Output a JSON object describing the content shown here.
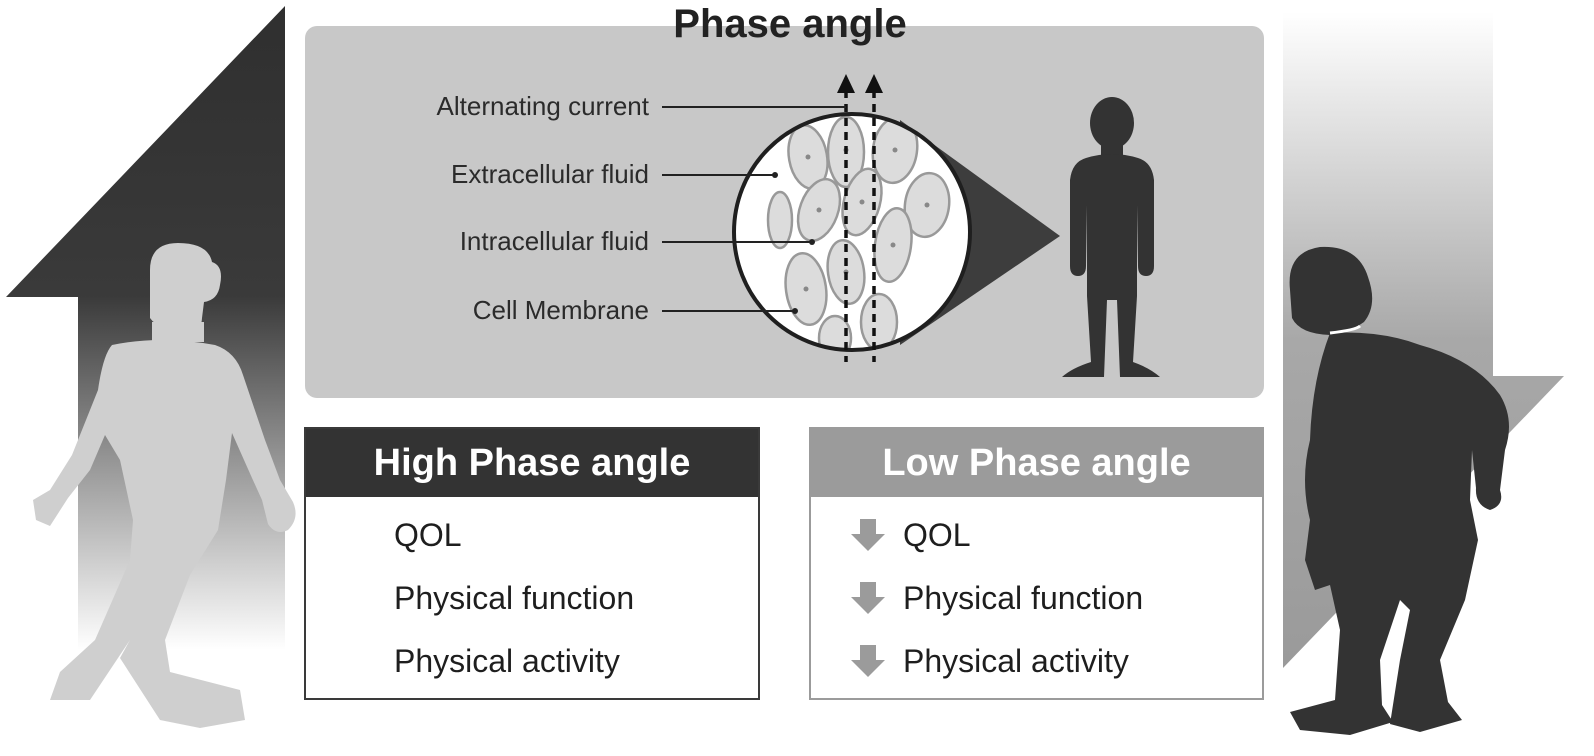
{
  "title": "Phase angle",
  "labels": {
    "alternating_current": "Alternating current",
    "extracellular_fluid": "Extracellular fluid",
    "intracellular_fluid": "Intracellular fluid",
    "cell_membrane": "Cell Membrane"
  },
  "high_box": {
    "header": "High Phase angle",
    "color": "#333333",
    "arrow": "up-arrow-icon",
    "items": [
      "QOL",
      "Physical function",
      "Physical activity"
    ]
  },
  "low_box": {
    "header": "Low Phase angle",
    "color": "#9b9b9b",
    "arrow": "down-arrow-icon",
    "items": [
      "QOL",
      "Physical function",
      "Physical activity"
    ]
  },
  "colors": {
    "panel": "#c8c8c8",
    "dark_figure": "#333333",
    "light_figure": "#cfcfcf"
  }
}
